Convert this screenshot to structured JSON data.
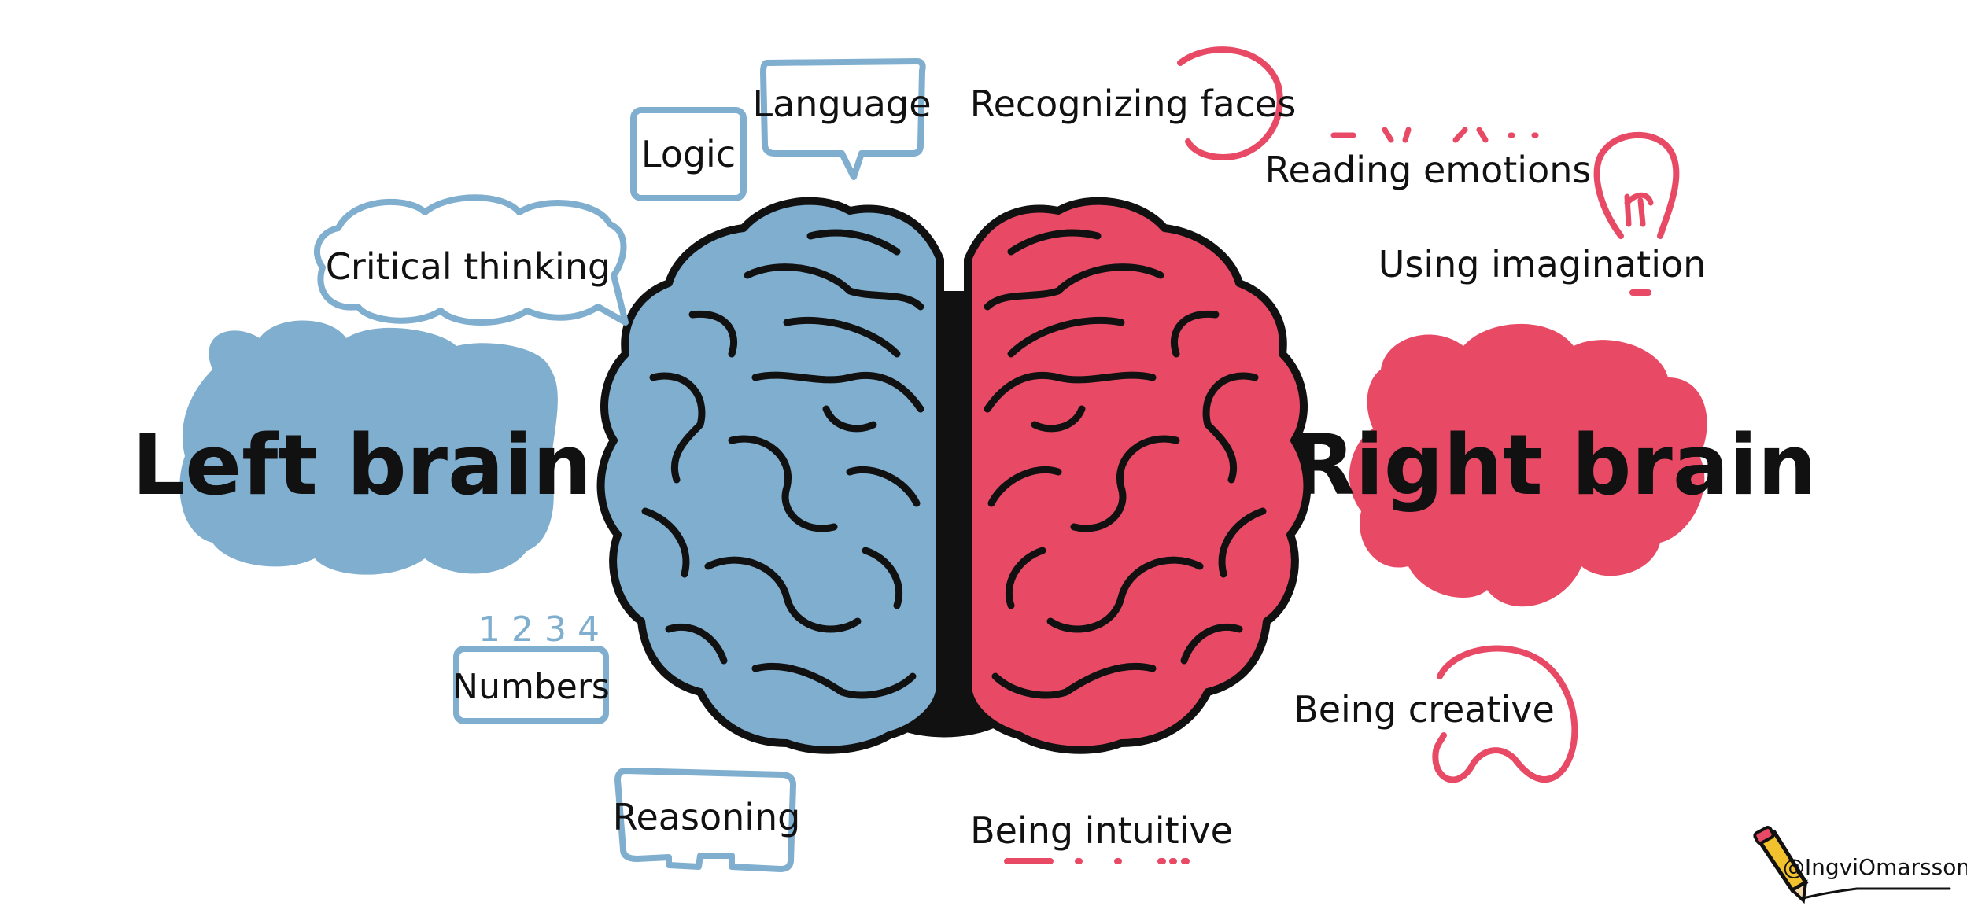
{
  "colors": {
    "left": "#7FAECF",
    "right": "#E84A66",
    "ink": "#111111",
    "pencil": "#F2C12E"
  },
  "left_side": {
    "title": "Left brain",
    "labels": {
      "critical_thinking": "Critical thinking",
      "logic": "Logic",
      "language": "Language",
      "numbers": "Numbers",
      "numbers_digits": "1 2 3 4",
      "reasoning": "Reasoning"
    }
  },
  "right_side": {
    "title": "Right brain",
    "labels": {
      "recognizing_faces": "Recognizing faces",
      "reading_emotions": "Reading emotions",
      "using_imagination": "Using imagination",
      "being_creative": "Being creative",
      "being_intuitive": "Being intuitive"
    }
  },
  "credit": {
    "handle": "@IngviOmarsson"
  },
  "icons": [
    "brain-icon",
    "lightbulb-icon",
    "pencil-icon"
  ]
}
